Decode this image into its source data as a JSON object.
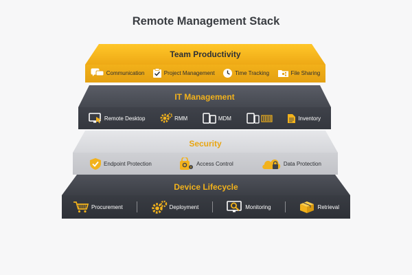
{
  "title": "Remote Management Stack",
  "colors": {
    "productivity": "#f5b71c",
    "it": "#4a4d55",
    "security": "#d7d8dc",
    "lifecycle": "#3e4148",
    "accent": "#f2b21c"
  },
  "layers": [
    {
      "heading": "Team Productivity",
      "items": [
        {
          "label": "Communication",
          "icon": "chat-bubbles-icon"
        },
        {
          "label": "Project Management",
          "icon": "clipboard-check-icon"
        },
        {
          "label": "Time Tracking",
          "icon": "clock-icon"
        },
        {
          "label": "File Sharing",
          "icon": "shared-folder-icon"
        }
      ]
    },
    {
      "heading": "IT Management",
      "items": [
        {
          "label": "Remote Desktop",
          "icon": "monitor-cursor-icon"
        },
        {
          "label": "RMM",
          "icon": "gears-icon"
        },
        {
          "label": "MDM",
          "icon": "mobile-devices-icon"
        },
        {
          "label": "",
          "icon": "devices-barcode-icon"
        },
        {
          "label": "Inventory",
          "icon": "document-icon"
        }
      ]
    },
    {
      "heading": "Security",
      "items": [
        {
          "label": "Endpoint Protection",
          "icon": "shield-check-icon"
        },
        {
          "label": "Access Control",
          "icon": "key-lock-icon"
        },
        {
          "label": "Data Protection",
          "icon": "cloud-lock-icon"
        }
      ]
    },
    {
      "heading": "Device Lifecycle",
      "items": [
        {
          "label": "Procurement",
          "icon": "cart-icon"
        },
        {
          "label": "Deployment",
          "icon": "gears-icon"
        },
        {
          "label": "Monitoring",
          "icon": "monitor-search-icon"
        },
        {
          "label": "Retrieval",
          "icon": "box-icon"
        }
      ]
    }
  ]
}
